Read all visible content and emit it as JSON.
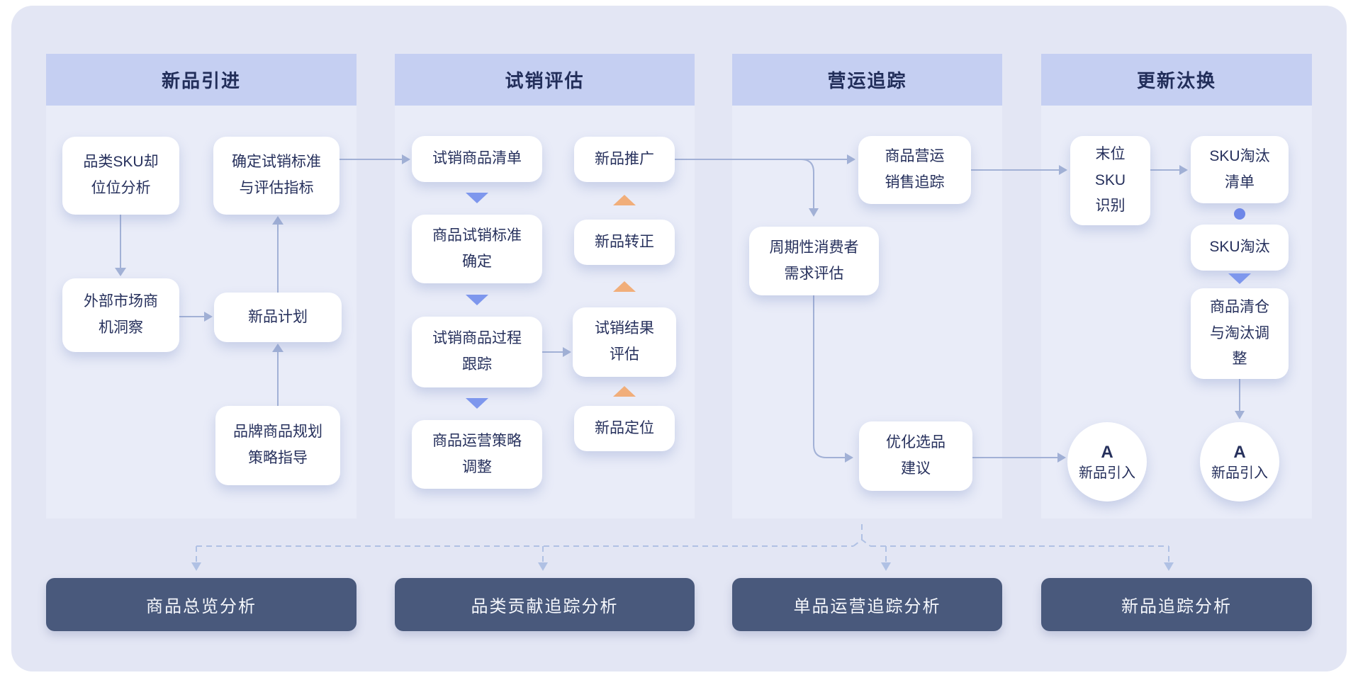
{
  "columns": [
    {
      "header": "新品引进",
      "boxes": [
        "品类SKU却\n位位分析",
        "外部市场商\n机洞察",
        "新品计划",
        "品牌商品规划\n策略指导",
        "确定试销标准\n与评估指标"
      ]
    },
    {
      "header": "试销评估",
      "boxes": [
        "试销商品清单",
        "商品试销标准\n确定",
        "试销商品过程\n跟踪",
        "商品运营策略\n调整",
        "新品推广",
        "新品转正",
        "试销结果\n评估",
        "新品定位"
      ]
    },
    {
      "header": "营运追踪",
      "boxes": [
        "商品营运\n销售追踪",
        "周期性消费者\n需求评估",
        "优化选品\n建议"
      ]
    },
    {
      "header": "更新汰换",
      "boxes": [
        "末位\nSKU\n识别",
        "SKU淘汰\n清单",
        "SKU淘汰",
        "商品清仓\n与淘汰调\n整"
      ]
    }
  ],
  "circles": [
    {
      "letter": "A",
      "label": "新品引入"
    },
    {
      "letter": "A",
      "label": "新品引入"
    }
  ],
  "analysis_buttons": [
    "商品总览分析",
    "品类贡献追踪分析",
    "单品运营追踪分析",
    "新品追踪分析"
  ],
  "colors": {
    "board_bg": "#E3E6F4",
    "panel_bg": "#E9ECF8",
    "header_bg": "#C5CFF2",
    "node_text": "#26305C",
    "arrow": "#A2B1D6",
    "triangle_down_blue": "#7E97ED",
    "triangle_up_orange": "#F1AE7A",
    "dot_blue": "#6E87E8",
    "dashed_line": "#B0C1E4",
    "button_bg": "#49597C",
    "button_text": "#F5F7FC"
  }
}
